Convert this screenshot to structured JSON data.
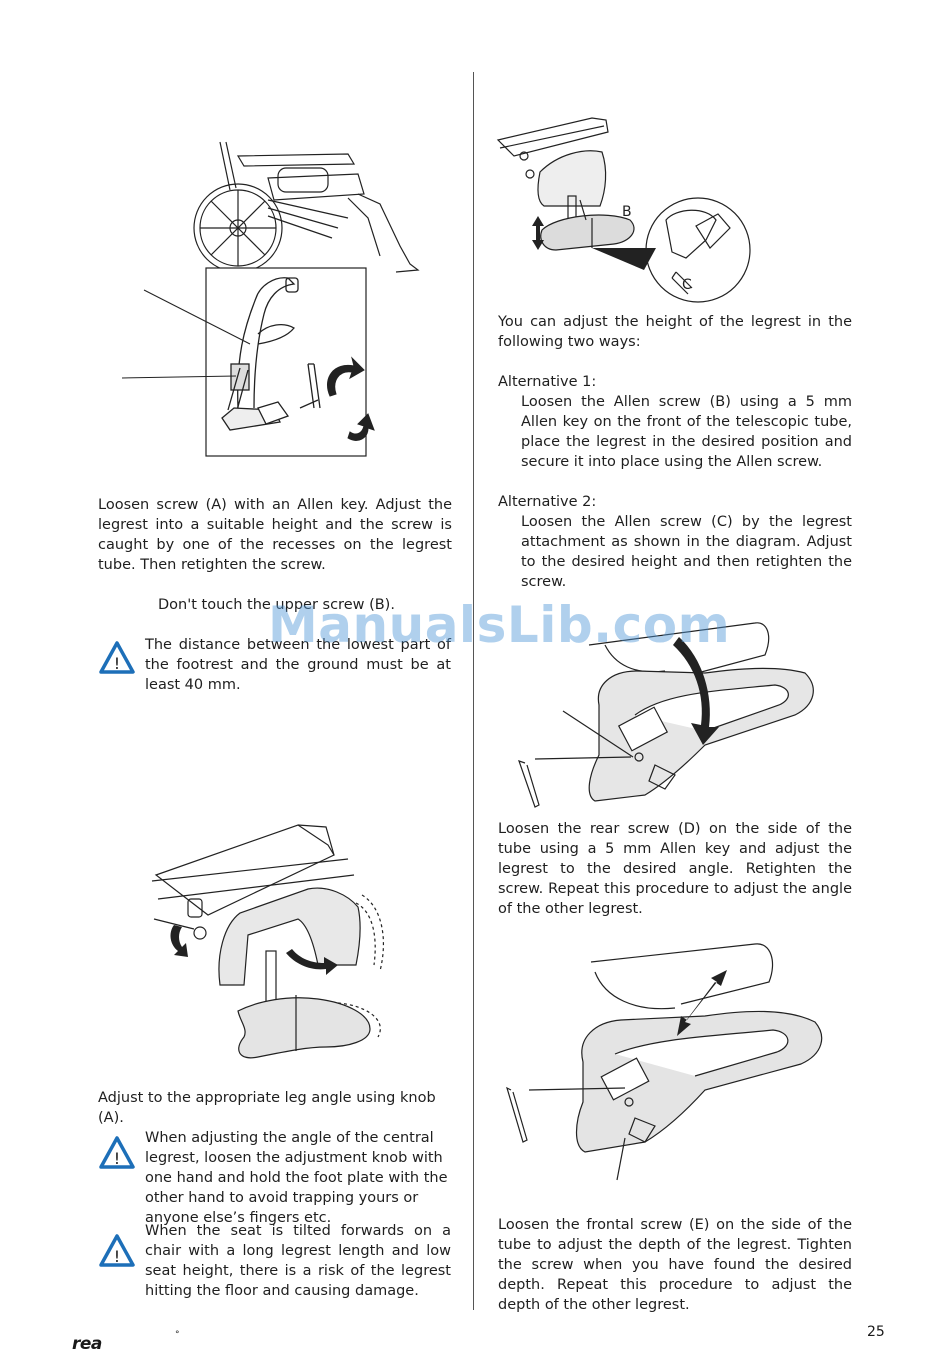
{
  "left": {
    "para1": "Loosen screw (A) with an Allen key. Adjust the legrest into a suitable height and the screw is caught by one of the recesses on the legrest tube. Then retighten the screw.",
    "note": "Don't touch the upper screw (B).",
    "warning1": "The distance between the lowest part of the footrest and the ground must be at least 40 mm.",
    "para2": "Adjust to the appropriate leg angle using knob (A).",
    "warning2": "When adjusting the angle of the central legrest, loosen the adjustment knob with one hand and hold the foot plate with the other hand to avoid trapping yours or anyone else’s fingers etc.",
    "warning3": "When the seat is tilted forwards on a chair with a long legrest length and low seat height, there is a risk of the legrest hitting the floor and causing damage."
  },
  "right": {
    "fig_label_b": "B",
    "fig_label_c": "C",
    "intro": "You can adjust the height of the legrest in the following two ways:",
    "alt1_title": "Alternative 1:",
    "alt1_text": "Loosen the Allen screw (B) using a 5 mm Allen key  on the front of the telescopic tube, place the legrest in the desired position and secure it into place using the Allen screw.",
    "alt2_title": "Alternative 2:",
    "alt2_text": "Loosen the Allen screw (C) by the legrest attachment as shown in the diagram. Adjust to the desired height and then retighten the screw.",
    "para_d": "Loosen the rear screw (D) on the side of the tube using a 5 mm Allen key and adjust the legrest to the desired angle. Retighten the screw. Repeat this procedure to adjust the angle of the other legrest.",
    "para_e": "Loosen the frontal screw (E) on the side of the tube to adjust the depth of the legrest. Tighten the screw when you have found the desired depth. Repeat this procedure to adjust the depth of the other legrest."
  },
  "footer": {
    "brand": "rea",
    "dot": "°",
    "page_number": "25"
  },
  "watermark": "ManualsLib.com",
  "colors": {
    "warning_blue": "#1d6fb8",
    "watermark": "#5096d7",
    "text": "#1f1f1f"
  }
}
